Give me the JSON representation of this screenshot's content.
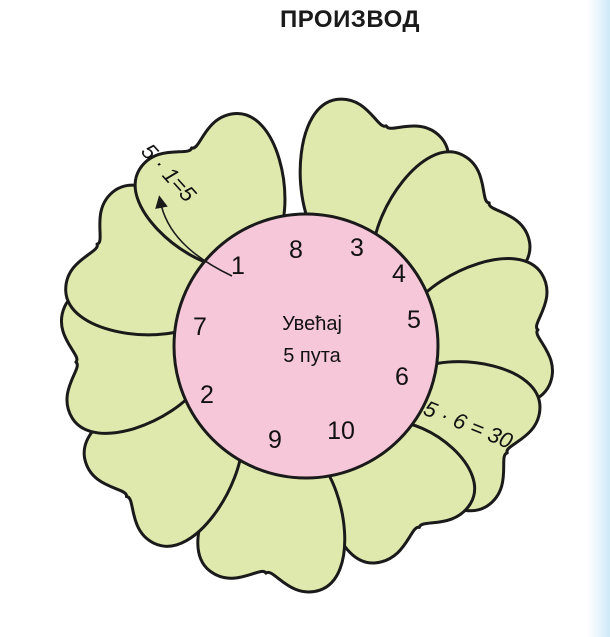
{
  "title": "ПРОИЗВОД",
  "center": {
    "line1": "Увећај",
    "line2": "5 пута"
  },
  "numbers": [
    "1",
    "8",
    "3",
    "4",
    "5",
    "6",
    "10",
    "9",
    "2",
    "7"
  ],
  "examples": {
    "first": "5 · 1=5",
    "second": "5 · 6 = 30"
  },
  "colors": {
    "petal": "#dfe9ad",
    "center": "#f6c7d8",
    "outline": "#1a1a1a"
  }
}
